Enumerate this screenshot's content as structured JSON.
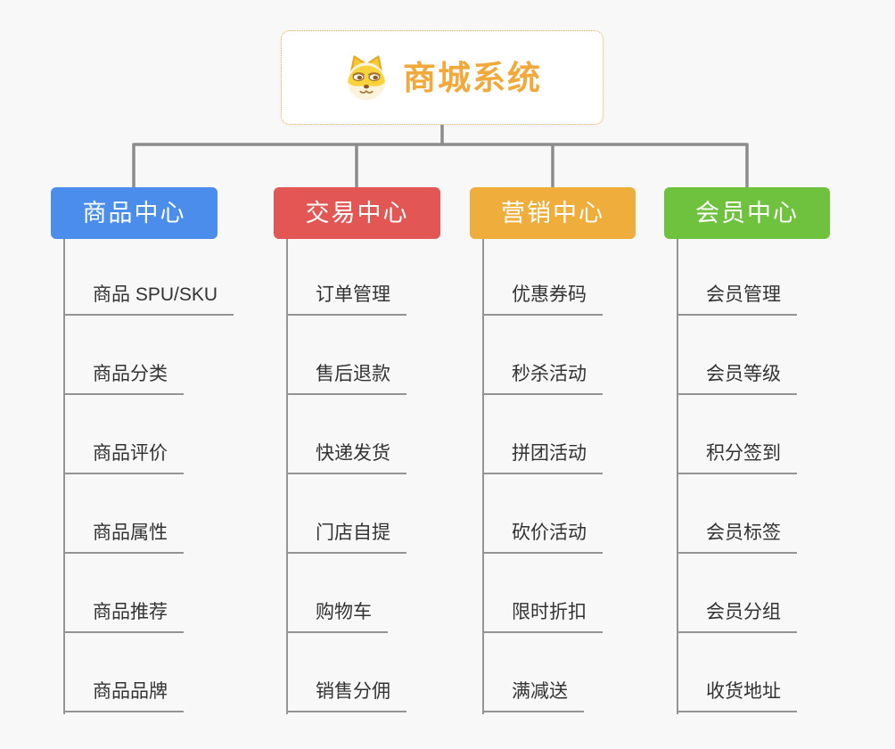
{
  "root": {
    "title": "商城系统",
    "icon": "dog-face-icon",
    "accent_color": "#F2A93C",
    "border_color": "#F0A750"
  },
  "branches": [
    {
      "label": "商品中心",
      "color": "#4B8DEA",
      "items": [
        "商品 SPU/SKU",
        "商品分类",
        "商品评价",
        "商品属性",
        "商品推荐",
        "商品品牌"
      ]
    },
    {
      "label": "交易中心",
      "color": "#E25653",
      "items": [
        "订单管理",
        "售后退款",
        "快递发货",
        "门店自提",
        "购物车",
        "销售分佣"
      ]
    },
    {
      "label": "营销中心",
      "color": "#EFAD3B",
      "items": [
        "优惠券码",
        "秒杀活动",
        "拼团活动",
        "砍价活动",
        "限时折扣",
        "满减送"
      ]
    },
    {
      "label": "会员中心",
      "color": "#6FC23D",
      "items": [
        "会员管理",
        "会员等级",
        "积分签到",
        "会员标签",
        "会员分组",
        "收货地址"
      ]
    }
  ],
  "connector_color": "#8C8C8C",
  "underline_color": "#949494",
  "background_color": "#F8F8F8"
}
